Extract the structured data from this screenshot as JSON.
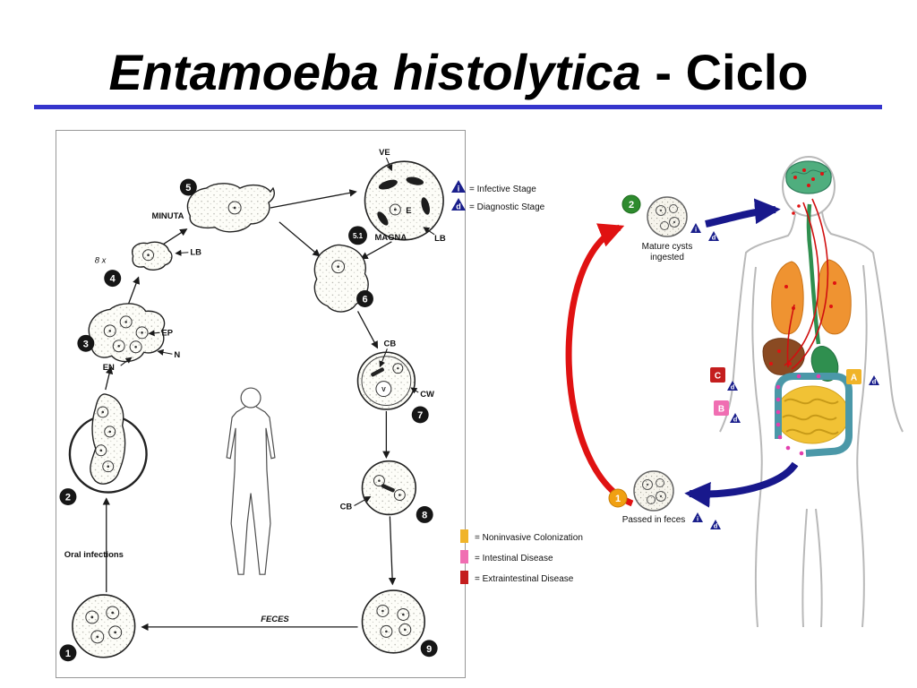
{
  "slide": {
    "title_italic": "Entamoeba histolytica",
    "title_suffix": " - Ciclo",
    "accent_color": "#3535cc"
  },
  "left_diagram": {
    "stage_numbers": [
      "1",
      "2",
      "3",
      "4",
      "5",
      "6",
      "7",
      "8",
      "9"
    ],
    "stage_51": "5.1",
    "labels": {
      "minuta": "MINUTA",
      "magna": "MAGNA",
      "ve": "VE",
      "lb_magna": "LB",
      "lb_minuta": "LB",
      "magnification": "8 x",
      "ep": "EP",
      "n": "N",
      "en": "EN",
      "e": "E",
      "cb_cyst": "CB",
      "cw": "CW",
      "v": "V",
      "cb_precyst": "CB",
      "oral_infections": "Oral infections",
      "feces": "FECES"
    }
  },
  "right_diagram": {
    "top_legend": [
      {
        "symbol": "i",
        "label": "= Infective Stage"
      },
      {
        "symbol": "d",
        "label": "= Diagnostic Stage"
      }
    ],
    "stage2": {
      "number": "2",
      "line1": "Mature cysts",
      "line2": "ingested",
      "i": "i",
      "d": "d"
    },
    "stage1": {
      "number": "1",
      "label": "Passed in feces",
      "i": "i",
      "d": "d"
    },
    "site_markers": [
      {
        "letter": "A",
        "d": "d",
        "color": "#f0b429"
      },
      {
        "letter": "B",
        "d": "d",
        "color": "#f06eb2"
      },
      {
        "letter": "C",
        "d": "d",
        "color": "#c41e1e"
      }
    ],
    "bottom_legend": [
      {
        "color": "#f0b429",
        "label": "= Noninvasive Colonization"
      },
      {
        "color": "#f06eb2",
        "label": "= Intestinal Disease"
      },
      {
        "color": "#c41e1e",
        "label": "= Extraintestinal Disease"
      }
    ],
    "colors": {
      "infective_triangle": "#1a1f8c",
      "cycle_arrow_red": "#e01212",
      "cycle_arrow_blue": "#18188c"
    }
  }
}
